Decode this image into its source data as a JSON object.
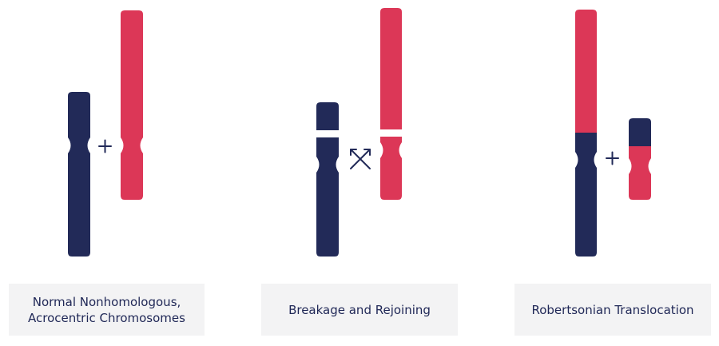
{
  "colors": {
    "navy": "#222a58",
    "red": "#dc3757",
    "label_bg": "#f3f3f4",
    "label_text": "#1f2756"
  },
  "panels": [
    {
      "label": "Normal Nonhomologous,\nAcrocentric Chromosomes",
      "operator_icon": "plus-icon"
    },
    {
      "label": "Breakage and Rejoining",
      "operator_icon": "swap-arrows-icon"
    },
    {
      "label": "Robertsonian Translocation",
      "operator_icon": "plus-icon"
    }
  ]
}
